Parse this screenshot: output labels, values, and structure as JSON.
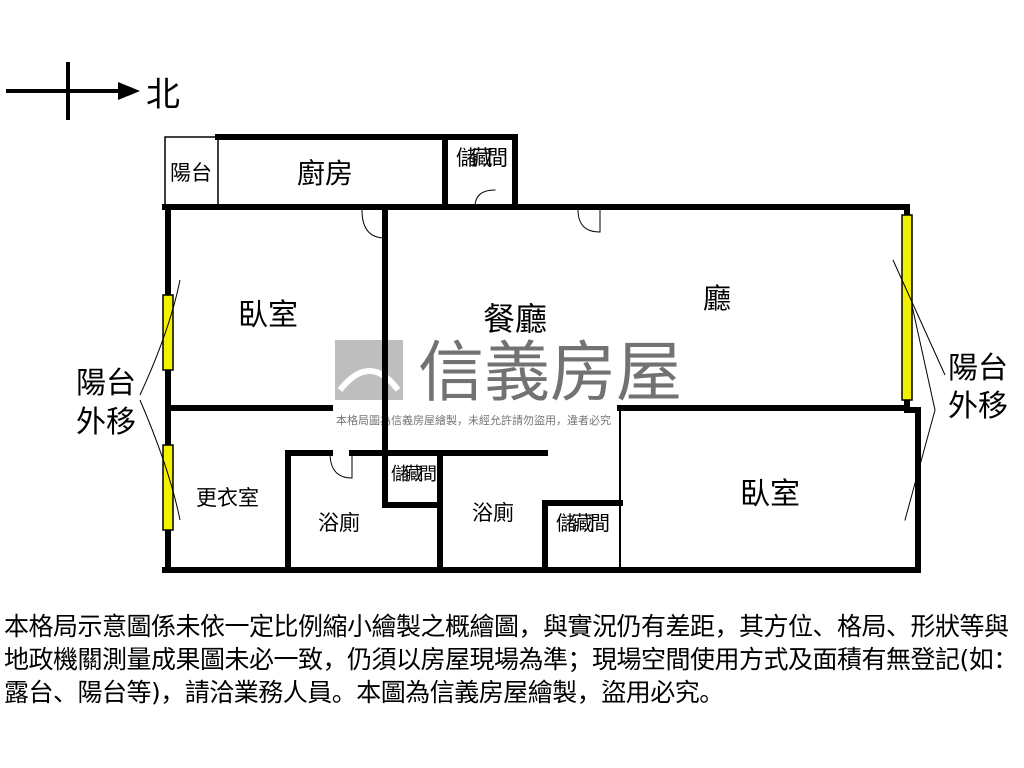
{
  "compass": {
    "direction_label": "北"
  },
  "rooms": {
    "balcony_small": "陽台",
    "kitchen": "廚房",
    "storage_top": "儲藏間",
    "bedroom_left": "臥室",
    "dining_living": "餐廳",
    "living": "廳",
    "bedroom_right": "臥室",
    "dressing_room": "更衣室",
    "bathroom_left": "浴廁",
    "storage_middle": "儲藏間",
    "bathroom_right": "浴廁",
    "storage_right": "儲藏間"
  },
  "annotations": {
    "left_balcony_line1": "陽台",
    "left_balcony_line2": "外移",
    "right_balcony_line1": "陽台",
    "right_balcony_line2": "外移"
  },
  "watermark": {
    "brand": "信義房屋",
    "notice": "本格局圖為信義房屋繪製，未經允許請勿盜用，違者必究"
  },
  "disclaimer": "本格局示意圖係未依一定比例縮小繪製之概繪圖，與實況仍有差距，其方位、格局、形狀等與地政機關測量成果圖未必一致，仍須以房屋現場為準；現場空間使用方式及面積有無登記(如：露台、陽台等)，請洽業務人員。本圖為信義房屋繪製，盜用必究。",
  "colors": {
    "wall": "#000000",
    "window": "#f2f200",
    "watermark": "#a0a0a0"
  }
}
